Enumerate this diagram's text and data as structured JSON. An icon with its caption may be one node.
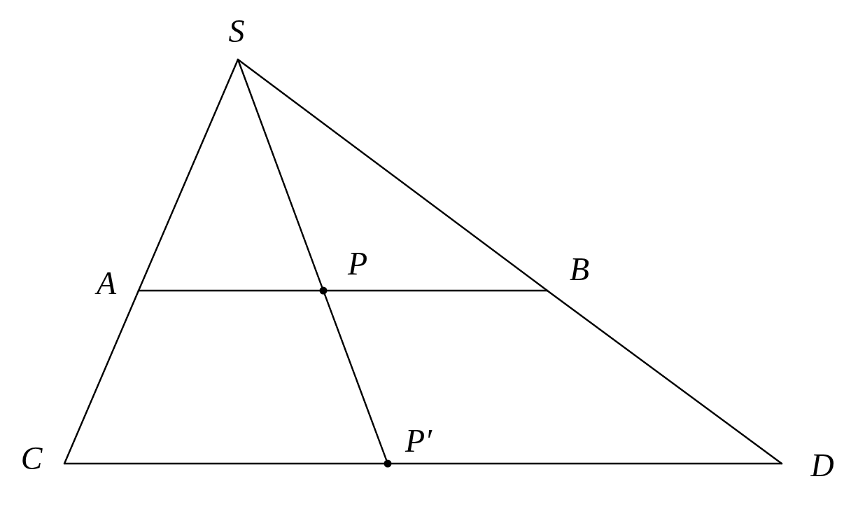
{
  "diagram": {
    "nodes": [
      {
        "text": [
          "S"
        ]
      },
      {
        "text": [
          "A"
        ]
      },
      {
        "text": [],
        "shape": "circle",
        "beside": [
          "P"
        ]
      },
      {
        "text": [
          "B"
        ]
      },
      {
        "text": [
          "C"
        ]
      },
      {
        "text": [],
        "shape": "circle",
        "beside": [
          "P′"
        ]
      },
      {
        "text": [
          "D"
        ]
      }
    ],
    "edges": [
      {
        "from": 0,
        "to": 1,
        "arrow": "none"
      },
      {
        "from": 1,
        "to": 4,
        "arrow": "none"
      },
      {
        "from": 0,
        "to": 3,
        "arrow": "none"
      },
      {
        "from": 3,
        "to": 6,
        "arrow": "none"
      },
      {
        "from": 0,
        "to": 2,
        "arrow": "none"
      },
      {
        "from": 2,
        "to": 5,
        "arrow": "none"
      },
      {
        "from": 1,
        "to": 2,
        "arrow": "none"
      },
      {
        "from": 2,
        "to": 3,
        "arrow": "none"
      },
      {
        "from": 4,
        "to": 5,
        "arrow": "none"
      },
      {
        "from": 5,
        "to": 6,
        "arrow": "none"
      }
    ]
  }
}
